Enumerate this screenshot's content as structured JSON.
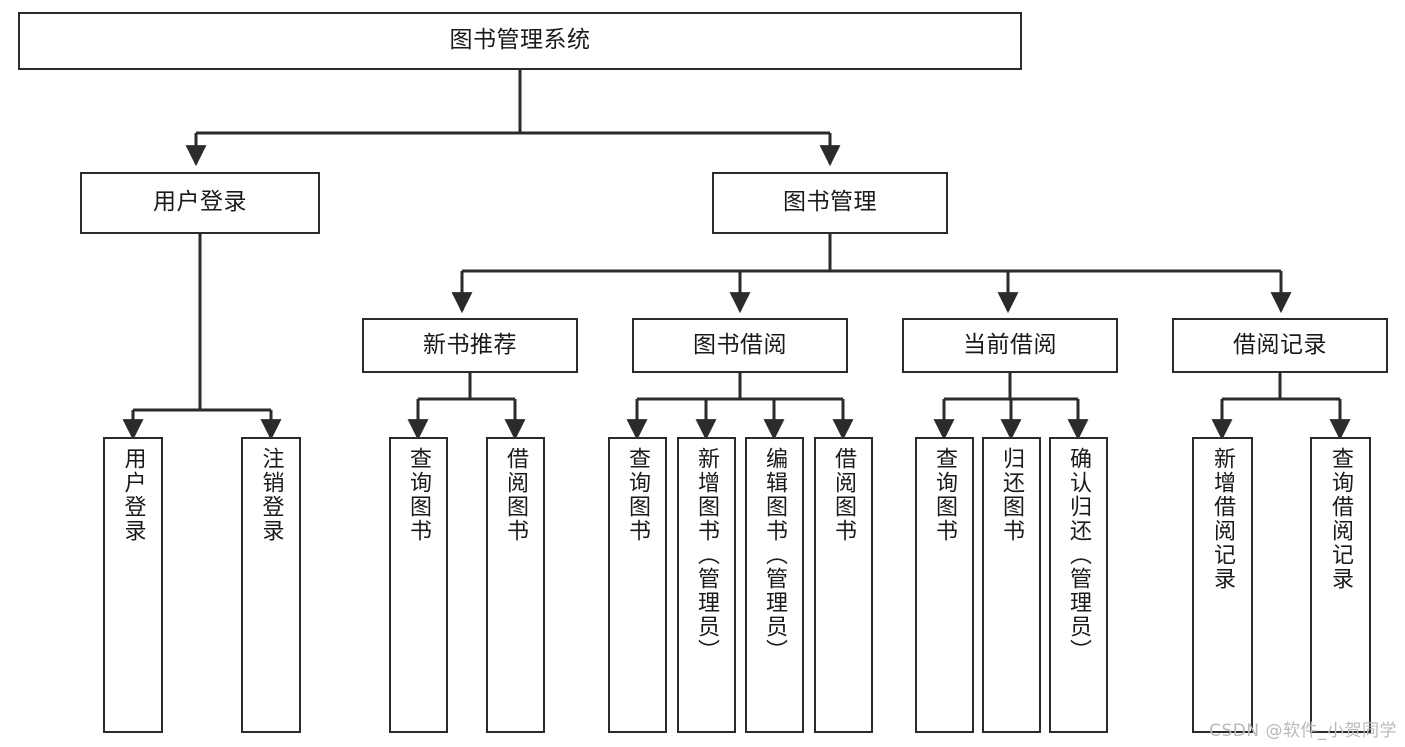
{
  "diagram": {
    "type": "tree-hierarchy",
    "title": "图书管理系统",
    "watermark": "CSDN @软件_小贺同学",
    "colors": {
      "box_border": "#2b2b2b",
      "box_fill": "#ffffff",
      "connector": "#2b2b2b",
      "text": "#1a1a1a",
      "watermark": "#b9b9b9"
    },
    "root": {
      "label": "图书管理系统"
    },
    "level2": [
      {
        "label": "用户登录"
      },
      {
        "label": "图书管理"
      }
    ],
    "level3": [
      {
        "label": "新书推荐"
      },
      {
        "label": "图书借阅"
      },
      {
        "label": "当前借阅"
      },
      {
        "label": "借阅记录"
      }
    ],
    "leaves": {
      "user_login": [
        {
          "label": "用户登录"
        },
        {
          "label": "注销登录"
        }
      ],
      "new_book_recommend": [
        {
          "label": "查询图书"
        },
        {
          "label": "借阅图书"
        }
      ],
      "book_borrow": [
        {
          "label": "查询图书"
        },
        {
          "label": "新增图书（管理员）"
        },
        {
          "label": "编辑图书（管理员）"
        },
        {
          "label": "借阅图书"
        }
      ],
      "current_borrow": [
        {
          "label": "查询图书"
        },
        {
          "label": "归还图书"
        },
        {
          "label": "确认归还（管理员）"
        }
      ],
      "borrow_record": [
        {
          "label": "新增借阅记录"
        },
        {
          "label": "查询借阅记录"
        }
      ]
    }
  }
}
